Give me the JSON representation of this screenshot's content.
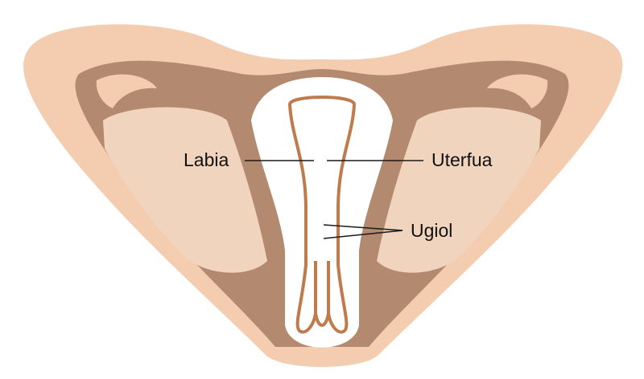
{
  "labels": {
    "left": "Labia",
    "right_upper": "Uterfua",
    "right_lower": "Ugiol"
  },
  "colors": {
    "skin": "#f4ccb0",
    "brown": "#b38a6f",
    "pale": "#f1d4bd",
    "outline": "#c07b4c",
    "leader": "#1a1a1a"
  }
}
